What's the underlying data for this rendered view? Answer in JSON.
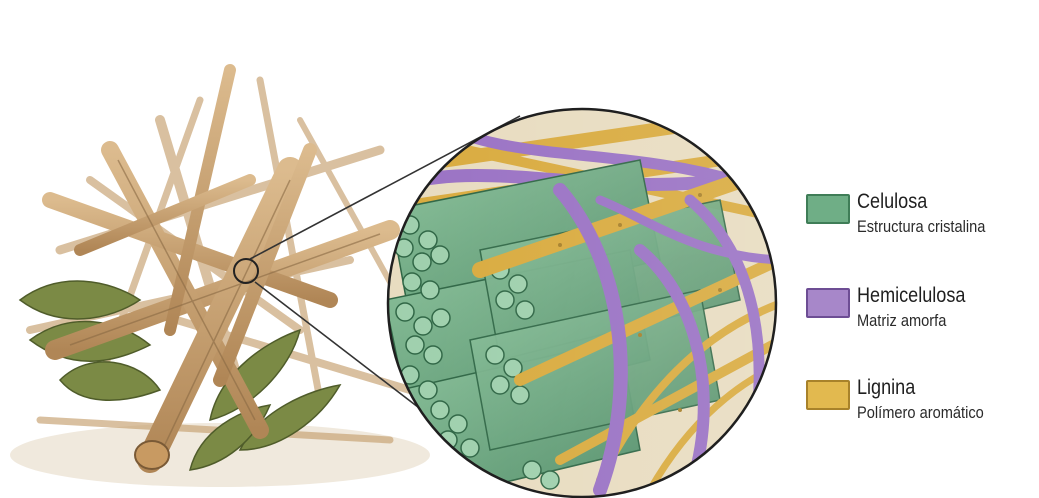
{
  "legend": {
    "items": [
      {
        "name": "Celulosa",
        "description": "Estructura cristalina",
        "color": "#6fae86",
        "border": "#3f7d57"
      },
      {
        "name": "Hemicelulosa",
        "description": "Matriz amorfa",
        "color": "#a787c9",
        "border": "#6d4d94"
      },
      {
        "name": "Lignina",
        "description": "Polímero aromático",
        "color": "#e2b94f",
        "border": "#a8822a"
      }
    ]
  },
  "colors": {
    "wood": "#c9a173",
    "wood_dark": "#8a6a44",
    "leaf": "#7b8a45",
    "cellulose": "#6fae86",
    "hemicellulose": "#9a72c4",
    "lignin": "#d9ab3f"
  }
}
